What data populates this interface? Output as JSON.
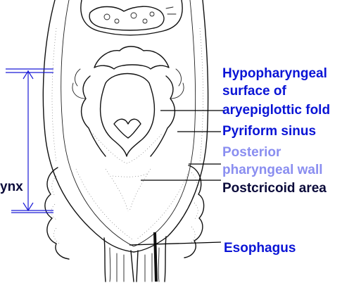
{
  "labels": {
    "hypopharyngeal_surface": [
      "Hypopharyngeal",
      "surface of",
      "aryepiglottic fold"
    ],
    "pyriform_sinus": "Pyriform sinus",
    "posterior_pharyngeal_wall": [
      "Posterior",
      "pharyngeal wall"
    ],
    "postcricoid_area": "Postcricoid area",
    "esophagus": "Esophagus",
    "hypopharynx_partial": "ynx"
  },
  "colors": {
    "blue_label": "#0a14d6",
    "light_label": "#8a8ef0",
    "black_label": "#0a0a3a",
    "measure_line": "#1a1ad6"
  }
}
